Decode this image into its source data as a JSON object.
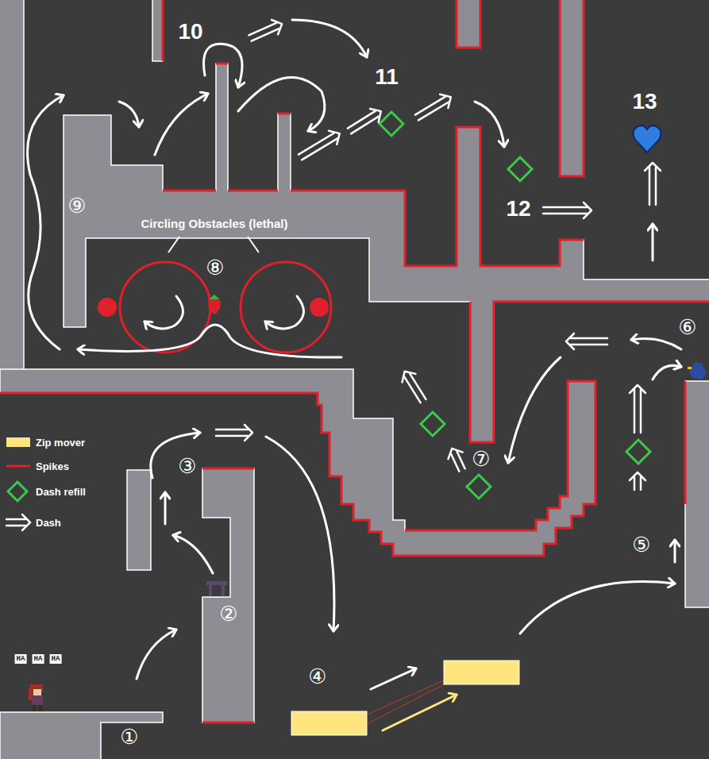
{
  "diagram": {
    "labels": [
      "10",
      "11",
      "13",
      "⑨",
      "Circling Obstacles (lethal)",
      "⑧",
      "12",
      "⑥",
      "⑦",
      "③",
      "⑤",
      "②",
      "HA",
      "HA",
      "HA",
      "④",
      "①"
    ],
    "legend": [
      {
        "text": "Zip mover",
        "color": "#ffe57f"
      },
      {
        "text": "Spikes"
      },
      {
        "text": "Dash refill"
      },
      {
        "text": "Dash"
      }
    ]
  }
}
